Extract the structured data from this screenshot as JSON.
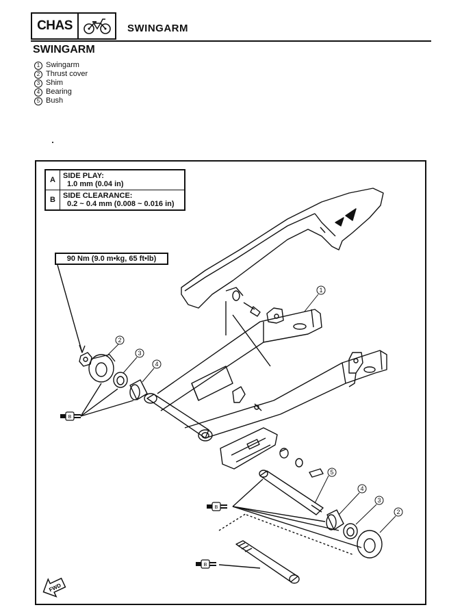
{
  "header": {
    "chapter_code": "CHAS",
    "page_title": "SWINGARM",
    "chapter_icon": "motorcycle-icon"
  },
  "section": {
    "title": "SWINGARM"
  },
  "legend": [
    {
      "num": "1",
      "label": "Swingarm"
    },
    {
      "num": "2",
      "label": "Thrust cover"
    },
    {
      "num": "3",
      "label": "Shim"
    },
    {
      "num": "4",
      "label": "Bearing"
    },
    {
      "num": "5",
      "label": "Bush"
    }
  ],
  "specs": [
    {
      "key": "A",
      "label": "SIDE PLAY:",
      "value": "1.0 mm (0.04 in)"
    },
    {
      "key": "B",
      "label": "SIDE CLEARANCE:",
      "value": "0.2 ~ 0.4 mm (0.008 ~ 0.016 in)"
    }
  ],
  "torque": "90 Nm (9.0 m•kg, 65 ft•lb)",
  "callouts": {
    "c1": "1",
    "c2a": "2",
    "c3a": "3",
    "c4a": "4",
    "c5": "5",
    "c4b": "4",
    "c3b": "3",
    "c2b": "2"
  },
  "lube_marks": [
    "B",
    "B",
    "B"
  ],
  "fwd_label": "FWD"
}
